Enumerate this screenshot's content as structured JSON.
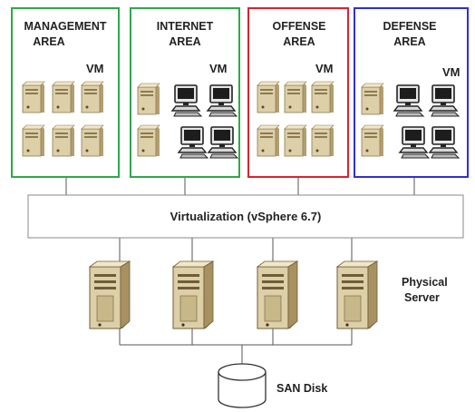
{
  "areas": [
    {
      "line1": "MANAGEMENT",
      "line2": "AREA",
      "vm": "VM",
      "border": "#2ea84a"
    },
    {
      "line1": "INTERNET",
      "line2": "AREA",
      "vm": "VM",
      "border": "#2ea84a"
    },
    {
      "line1": "OFFENSE",
      "line2": "AREA",
      "vm": "VM",
      "border": "#d9232e"
    },
    {
      "line1": "DEFENSE",
      "line2": "AREA",
      "vm": "VM",
      "border": "#2f2fd0"
    }
  ],
  "virtualization": {
    "label": "Virtualization (vSphere 6.7)"
  },
  "physical": {
    "line1": "Physical",
    "line2": "Server"
  },
  "storage": {
    "label": "SAN Disk"
  },
  "icons": {
    "vm_server": "tower-server-icon",
    "workstation": "desktop-computer-icon",
    "physical_server": "rack-server-icon",
    "disk": "san-disk-icon"
  },
  "colors": {
    "line": "#555555",
    "box_border": "#888888",
    "server_body": "#ddcfa8",
    "server_dark": "#b39e70"
  }
}
